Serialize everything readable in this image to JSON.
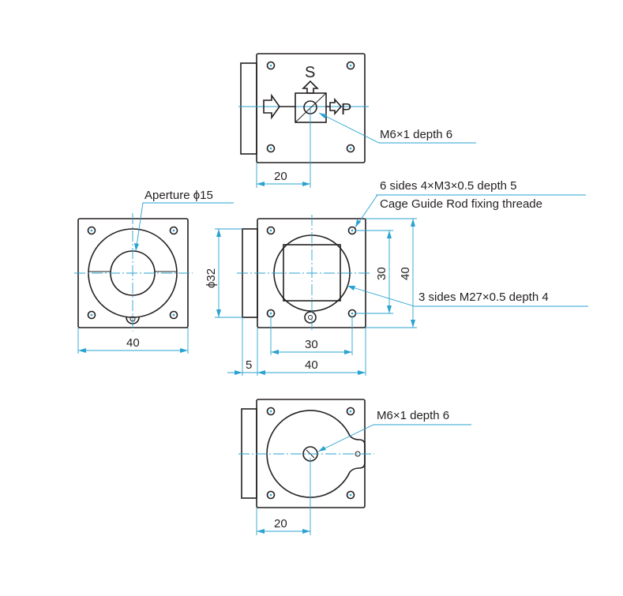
{
  "top_view": {
    "label_s": "S",
    "label_p": "P",
    "thread_note": "M6×1 depth 6",
    "dim_width": "20"
  },
  "front_left_view": {
    "aperture_note": "Aperture ϕ15",
    "dim_width": "40"
  },
  "front_right_view": {
    "cage_note_line1": "6 sides 4×M3×0.5 depth 5",
    "cage_note_line2": "Cage Guide Rod fixing threade",
    "thread_note": "3 sides M27×0.5 depth 4",
    "dim_diameter": "ϕ32",
    "dim_hole_spacing_v": "30",
    "dim_height": "40",
    "dim_hole_spacing_h": "30",
    "dim_width": "40",
    "dim_flange": "5"
  },
  "bottom_view": {
    "thread_note": "M6×1 depth 6",
    "dim_width": "20"
  },
  "colors": {
    "line": "#231f20",
    "dimension": "#2aa3d0"
  }
}
